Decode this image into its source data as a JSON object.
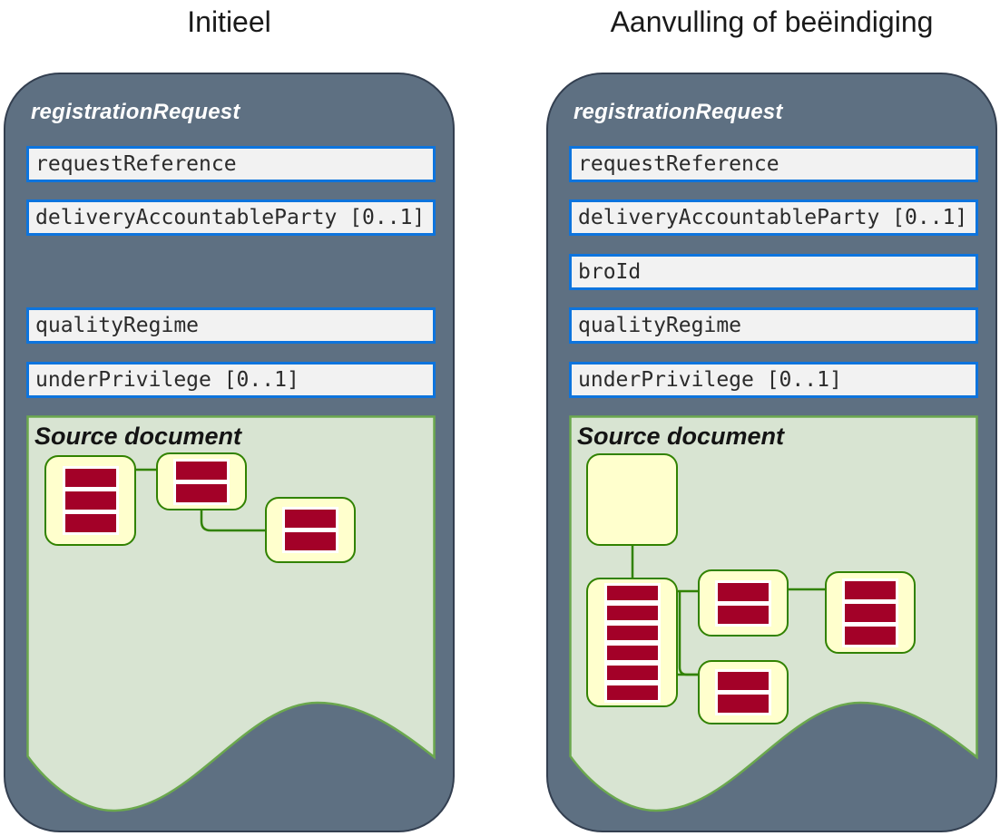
{
  "columns": [
    {
      "title": "Initieel",
      "panel": {
        "header": "registrationRequest",
        "fields": [
          "requestReference",
          "deliveryAccountableParty [0..1]",
          "qualityRegime",
          "underPrivilege [0..1]"
        ],
        "source_document": {
          "title": "Source document",
          "nodes": 3
        }
      }
    },
    {
      "title": "Aanvulling of beëindiging",
      "panel": {
        "header": "registrationRequest",
        "fields": [
          "requestReference",
          "deliveryAccountableParty [0..1]",
          "broId",
          "qualityRegime",
          "underPrivilege [0..1]"
        ],
        "source_document": {
          "title": "Source document",
          "nodes": 5
        }
      }
    }
  ],
  "colors": {
    "panel_fill": "#5e7082",
    "panel_border": "#333f50",
    "field_fill": "#f2f2f2",
    "field_border": "#0d74dd",
    "field_text": "#2b2b2b",
    "area_fill": "#d8e4d2",
    "area_border": "#6ba84e",
    "node_fill": "#ffffcd",
    "node_border": "#318200",
    "stripe": "#a30128",
    "header_text": "#ffffff",
    "title_text": "#1a1a1a"
  }
}
